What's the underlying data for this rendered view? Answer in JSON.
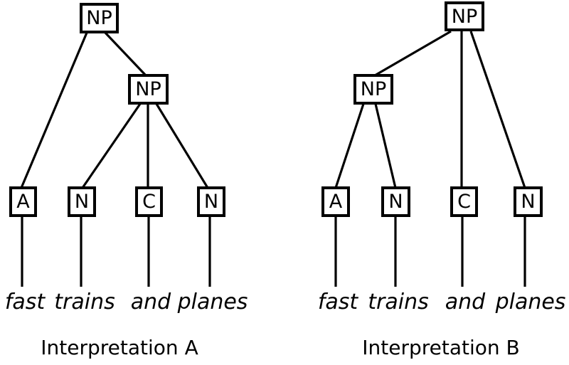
{
  "colors": {
    "line": "#000000",
    "background": "#ffffff"
  },
  "trees": [
    {
      "caption": "Interpretation A",
      "root_label": "NP",
      "inner_label": "NP",
      "leaves": [
        "A",
        "N",
        "C",
        "N"
      ],
      "words": [
        "fast",
        "trains",
        "and",
        "planes"
      ]
    },
    {
      "caption": "Interpretation B",
      "root_label": "NP",
      "inner_label": "NP",
      "leaves": [
        "A",
        "N",
        "C",
        "N"
      ],
      "words": [
        "fast",
        "trains",
        "and",
        "planes"
      ]
    }
  ]
}
